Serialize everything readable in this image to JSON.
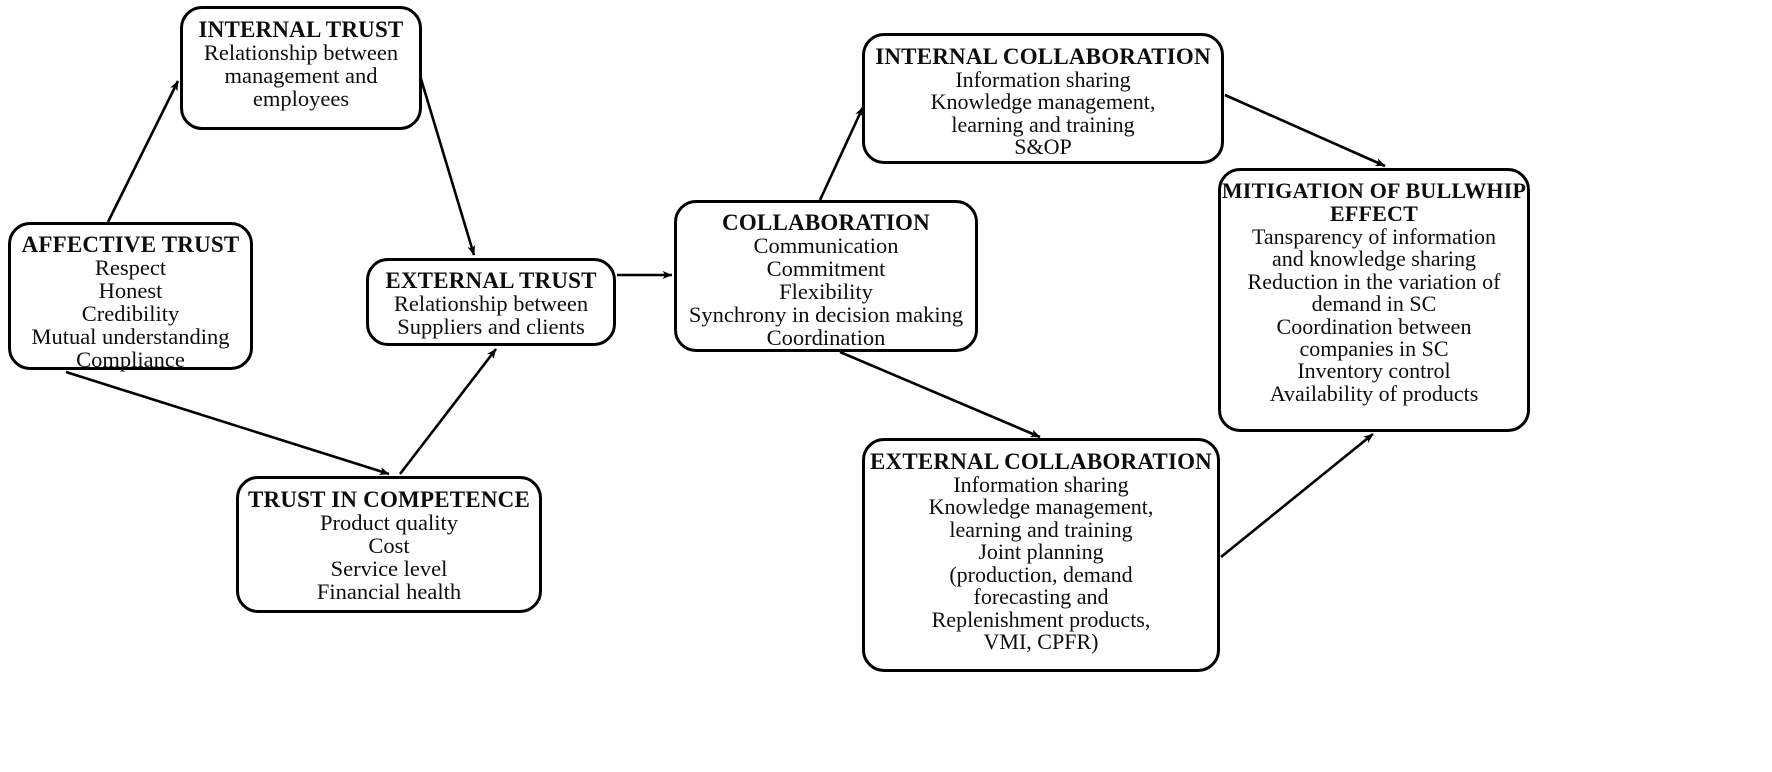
{
  "diagram": {
    "title_visible": false,
    "style": {
      "box_border_color": "#000000",
      "text_color": "#0d0d0d",
      "background": "#ffffff",
      "edge_color": "#000000"
    },
    "nodes": [
      {
        "id": "affective-trust",
        "title": "AFFECTIVE TRUST",
        "body": "Respect\nHonest\nCredibility\nMutual understanding\nCompliance"
      },
      {
        "id": "internal-trust",
        "title": "INTERNAL TRUST",
        "body": "Relationship between\nmanagement and\nemployees"
      },
      {
        "id": "external-trust",
        "title": "EXTERNAL TRUST",
        "body": "Relationship between\nSuppliers and clients"
      },
      {
        "id": "trust-in-competence",
        "title": "TRUST IN COMPETENCE",
        "body": "Product quality\nCost\nService level\nFinancial health"
      },
      {
        "id": "collaboration",
        "title": "COLLABORATION",
        "body": "Communication\nCommitment\nFlexibility\nSynchrony in decision making\nCoordination"
      },
      {
        "id": "internal-collaboration",
        "title": "INTERNAL COLLABORATION",
        "body": "Information sharing\nKnowledge management,\nlearning and training\nS&OP"
      },
      {
        "id": "external-collaboration",
        "title": "EXTERNAL COLLABORATION",
        "body": "Information sharing\nKnowledge management,\nlearning and training\nJoint planning\n(production, demand\nforecasting and\nReplenishment products,\nVMI, CPFR)"
      },
      {
        "id": "mitigation-of-bullwhip-effect",
        "title": "MITIGATION OF BULLWHIP\nEFFECT",
        "body": "Tansparency of information\nand knowledge sharing\nReduction in the variation of\ndemand in SC\nCoordination between\ncompanies in SC\nInventory control\nAvailability of products"
      }
    ],
    "edges": [
      {
        "from": "affective-trust",
        "to": "internal-trust",
        "arrow": "single"
      },
      {
        "from": "affective-trust",
        "to": "trust-in-competence",
        "arrow": "single"
      },
      {
        "from": "internal-trust",
        "to": "external-trust",
        "arrow": "single"
      },
      {
        "from": "trust-in-competence",
        "to": "external-trust",
        "arrow": "single"
      },
      {
        "from": "external-trust",
        "to": "collaboration",
        "arrow": "single"
      },
      {
        "from": "collaboration",
        "to": "internal-collaboration",
        "arrow": "single"
      },
      {
        "from": "collaboration",
        "to": "external-collaboration",
        "arrow": "single"
      },
      {
        "from": "internal-collaboration",
        "to": "mitigation-of-bullwhip-effect",
        "arrow": "single"
      },
      {
        "from": "external-collaboration",
        "to": "mitigation-of-bullwhip-effect",
        "arrow": "single"
      }
    ]
  }
}
